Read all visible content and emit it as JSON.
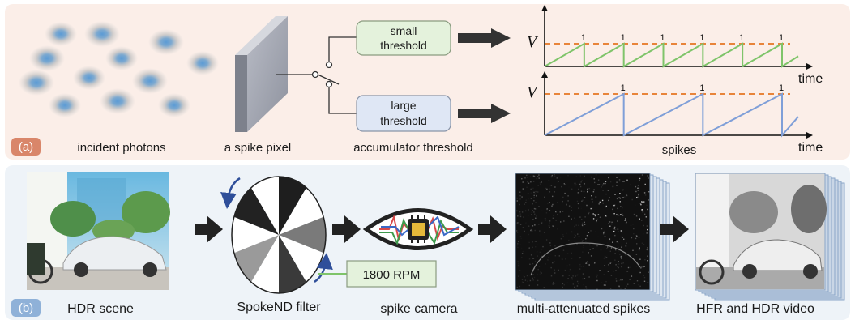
{
  "panel_a": {
    "badge": "(a)",
    "labels": {
      "photons": "incident photons",
      "pixel": "a spike pixel",
      "accumulator": "accumulator threshold",
      "spikes": "spikes"
    },
    "small_threshold": {
      "line1": "small",
      "line2": "threshold"
    },
    "large_threshold": {
      "line1": "large",
      "line2": "threshold"
    },
    "plot_top": {
      "ylabel": "V",
      "xlabel": "time",
      "spike_label": "1",
      "spike_count": 6
    },
    "plot_bottom": {
      "ylabel": "V",
      "xlabel": "time",
      "spike_label": "1",
      "spike_count": 3
    }
  },
  "panel_b": {
    "badge": "(b)",
    "labels": {
      "hdr_scene": "HDR scene",
      "filter": "SpokeND filter",
      "camera": "spike camera",
      "spikes": "multi-attenuated spikes",
      "video": "HFR and HDR video"
    },
    "rpm": "1800 RPM"
  },
  "colors": {
    "panel_a_bg": "#fbeee8",
    "panel_b_bg": "#eef3f8",
    "badge_a": "#d9866a",
    "badge_b": "#8fb1d8",
    "small_box": "#e4f2dc",
    "large_box": "#dfe7f5",
    "green": "#7fc46a",
    "blue": "#7f9fd8",
    "threshold": "#e8843a",
    "arrow": "#333333"
  }
}
